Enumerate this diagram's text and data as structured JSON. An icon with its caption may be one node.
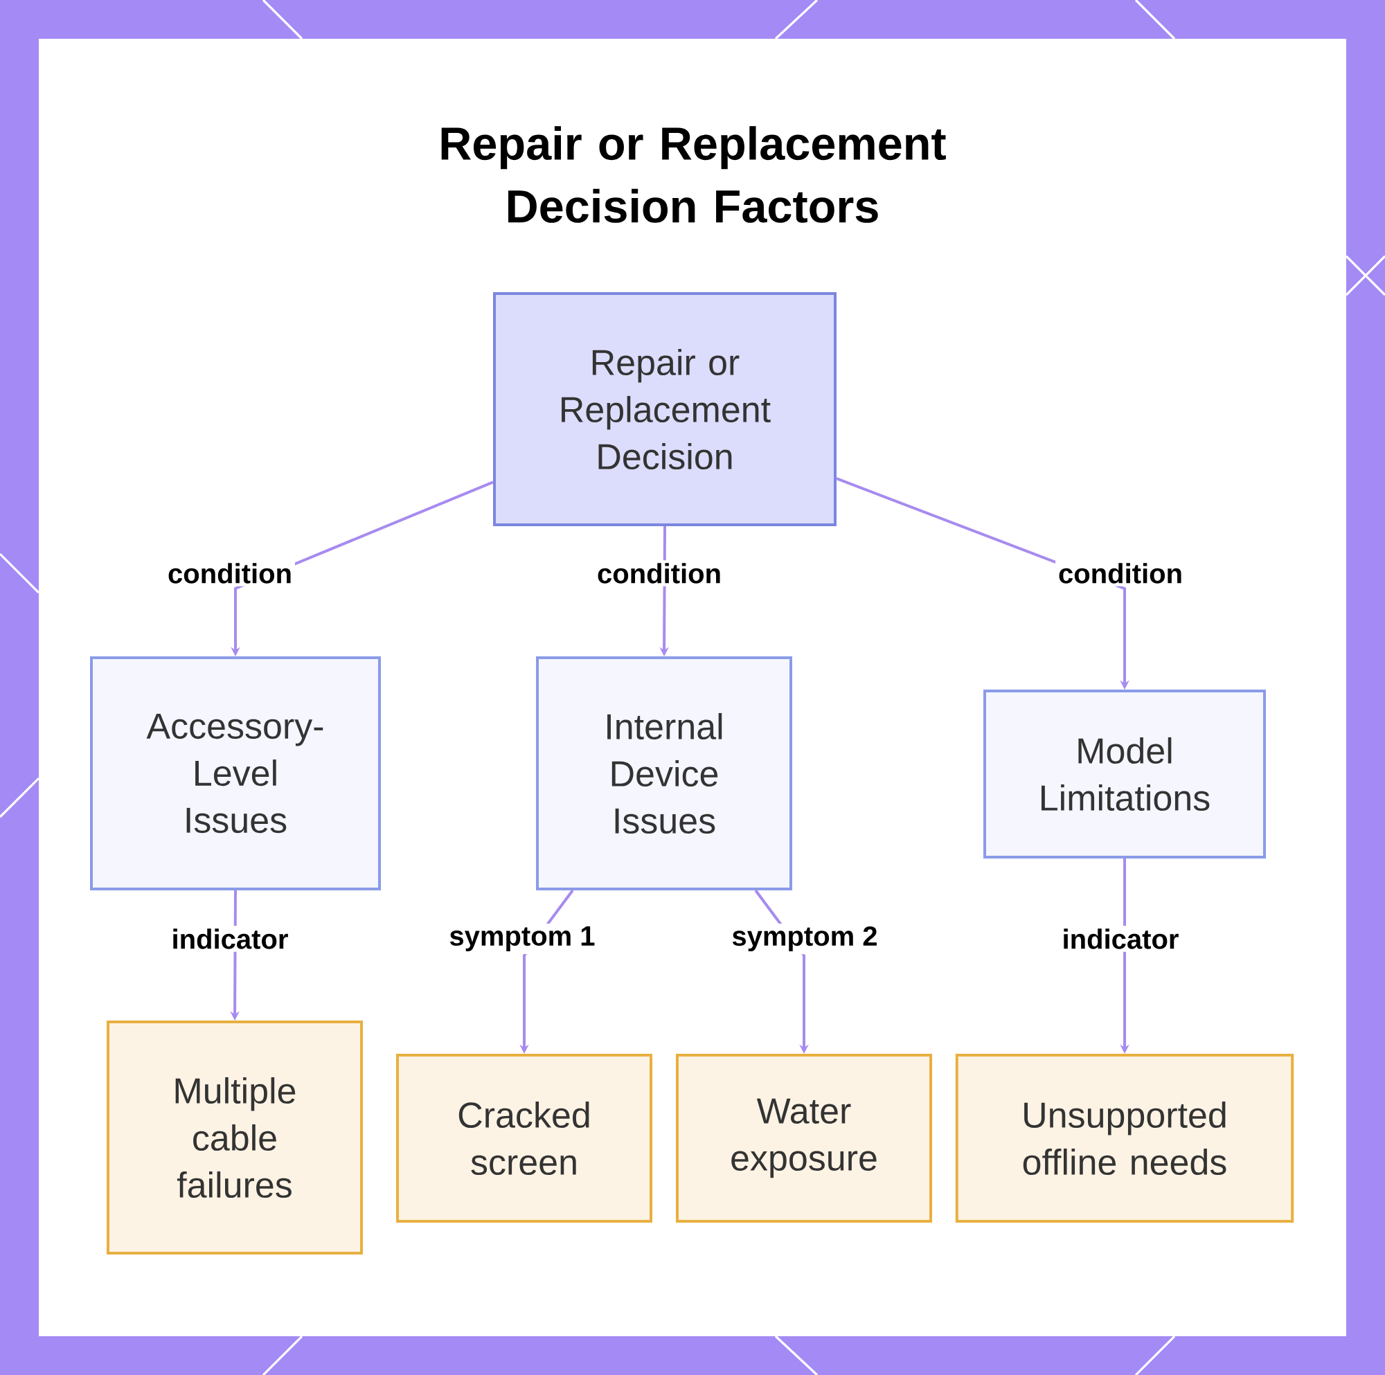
{
  "diagram": {
    "title": "Repair or Replacement Decision Factors",
    "nodes": [
      {
        "text": [
          "Repair or Replacement Decision"
        ]
      },
      {
        "text": [
          "Accessory-Level Issues"
        ]
      },
      {
        "text": [
          "Internal Device Issues"
        ]
      },
      {
        "text": [
          "Model Limitations"
        ]
      },
      {
        "text": [
          "Multiple cable failures"
        ]
      },
      {
        "text": [
          "Cracked screen"
        ]
      },
      {
        "text": [
          "Water exposure"
        ]
      },
      {
        "text": [
          "Unsupported offline needs"
        ]
      }
    ],
    "edges": [
      {
        "from": 0,
        "to": 1,
        "arrow": "to",
        "label": "condition"
      },
      {
        "from": 0,
        "to": 2,
        "arrow": "to",
        "label": "condition"
      },
      {
        "from": 0,
        "to": 3,
        "arrow": "to",
        "label": "condition"
      },
      {
        "from": 1,
        "to": 4,
        "arrow": "to",
        "label": "indicator"
      },
      {
        "from": 2,
        "to": 5,
        "arrow": "to",
        "label": "symptom 1"
      },
      {
        "from": 2,
        "to": 6,
        "arrow": "to",
        "label": "symptom 2"
      },
      {
        "from": 3,
        "to": 7,
        "arrow": "to",
        "label": "indicator"
      }
    ]
  }
}
